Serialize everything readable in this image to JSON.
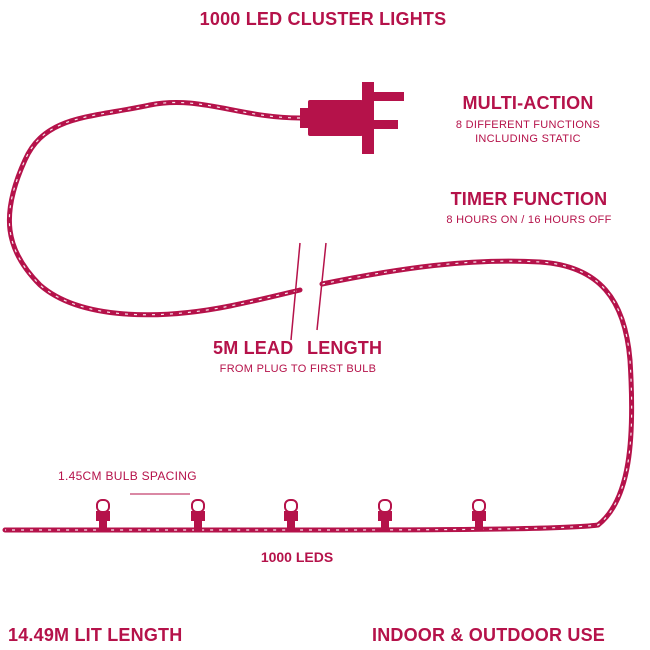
{
  "title": "1000 LED CLUSTER LIGHTS",
  "features": {
    "multi_action": {
      "heading": "MULTI-ACTION",
      "line1": "8 DIFFERENT FUNCTIONS",
      "line2": "INCLUDING STATIC"
    },
    "timer": {
      "heading": "TIMER FUNCTION",
      "line1": "8 HOURS ON / 16 HOURS OFF"
    }
  },
  "lead": {
    "heading_a": "5M LEAD",
    "heading_b": "LENGTH",
    "sub": "FROM PLUG TO FIRST BULB"
  },
  "bulb_spacing": "1.45CM BULB SPACING",
  "led_count": "1000 LEDS",
  "lit_length": "14.49M LIT LENGTH",
  "usage": "INDOOR & OUTDOOR USE",
  "colors": {
    "accent": "#b5124a",
    "cable": "#b5124a",
    "cable_shadow": "#7a0a30"
  },
  "icons": [
    "plug-icon",
    "bulb-icon"
  ]
}
